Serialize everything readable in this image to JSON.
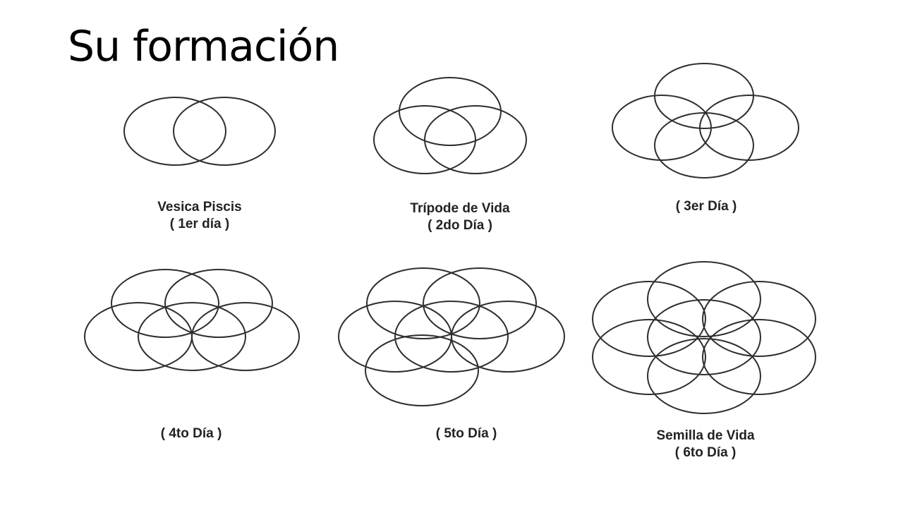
{
  "slide": {
    "title": "Su formación"
  },
  "stroke_color": "#2e2e2e",
  "figures": [
    {
      "id": "vesica-piscis",
      "day": 1,
      "circle_count": 2,
      "lines": [
        "Vesica Piscis",
        "( 1er día )"
      ]
    },
    {
      "id": "tripode-de-vida",
      "day": 2,
      "circle_count": 3,
      "lines": [
        "Trípode de Vida",
        "( 2do Día )"
      ]
    },
    {
      "id": "dia-3",
      "day": 3,
      "circle_count": 4,
      "lines": [
        "( 3er Día )"
      ]
    },
    {
      "id": "dia-4",
      "day": 4,
      "circle_count": 5,
      "lines": [
        "( 4to Día )"
      ]
    },
    {
      "id": "dia-5",
      "day": 5,
      "circle_count": 6,
      "lines": [
        "( 5to Día )"
      ]
    },
    {
      "id": "semilla-de-vida",
      "day": 6,
      "circle_count": 7,
      "lines": [
        "Semilla de Vida",
        "( 6to Día )"
      ]
    }
  ]
}
